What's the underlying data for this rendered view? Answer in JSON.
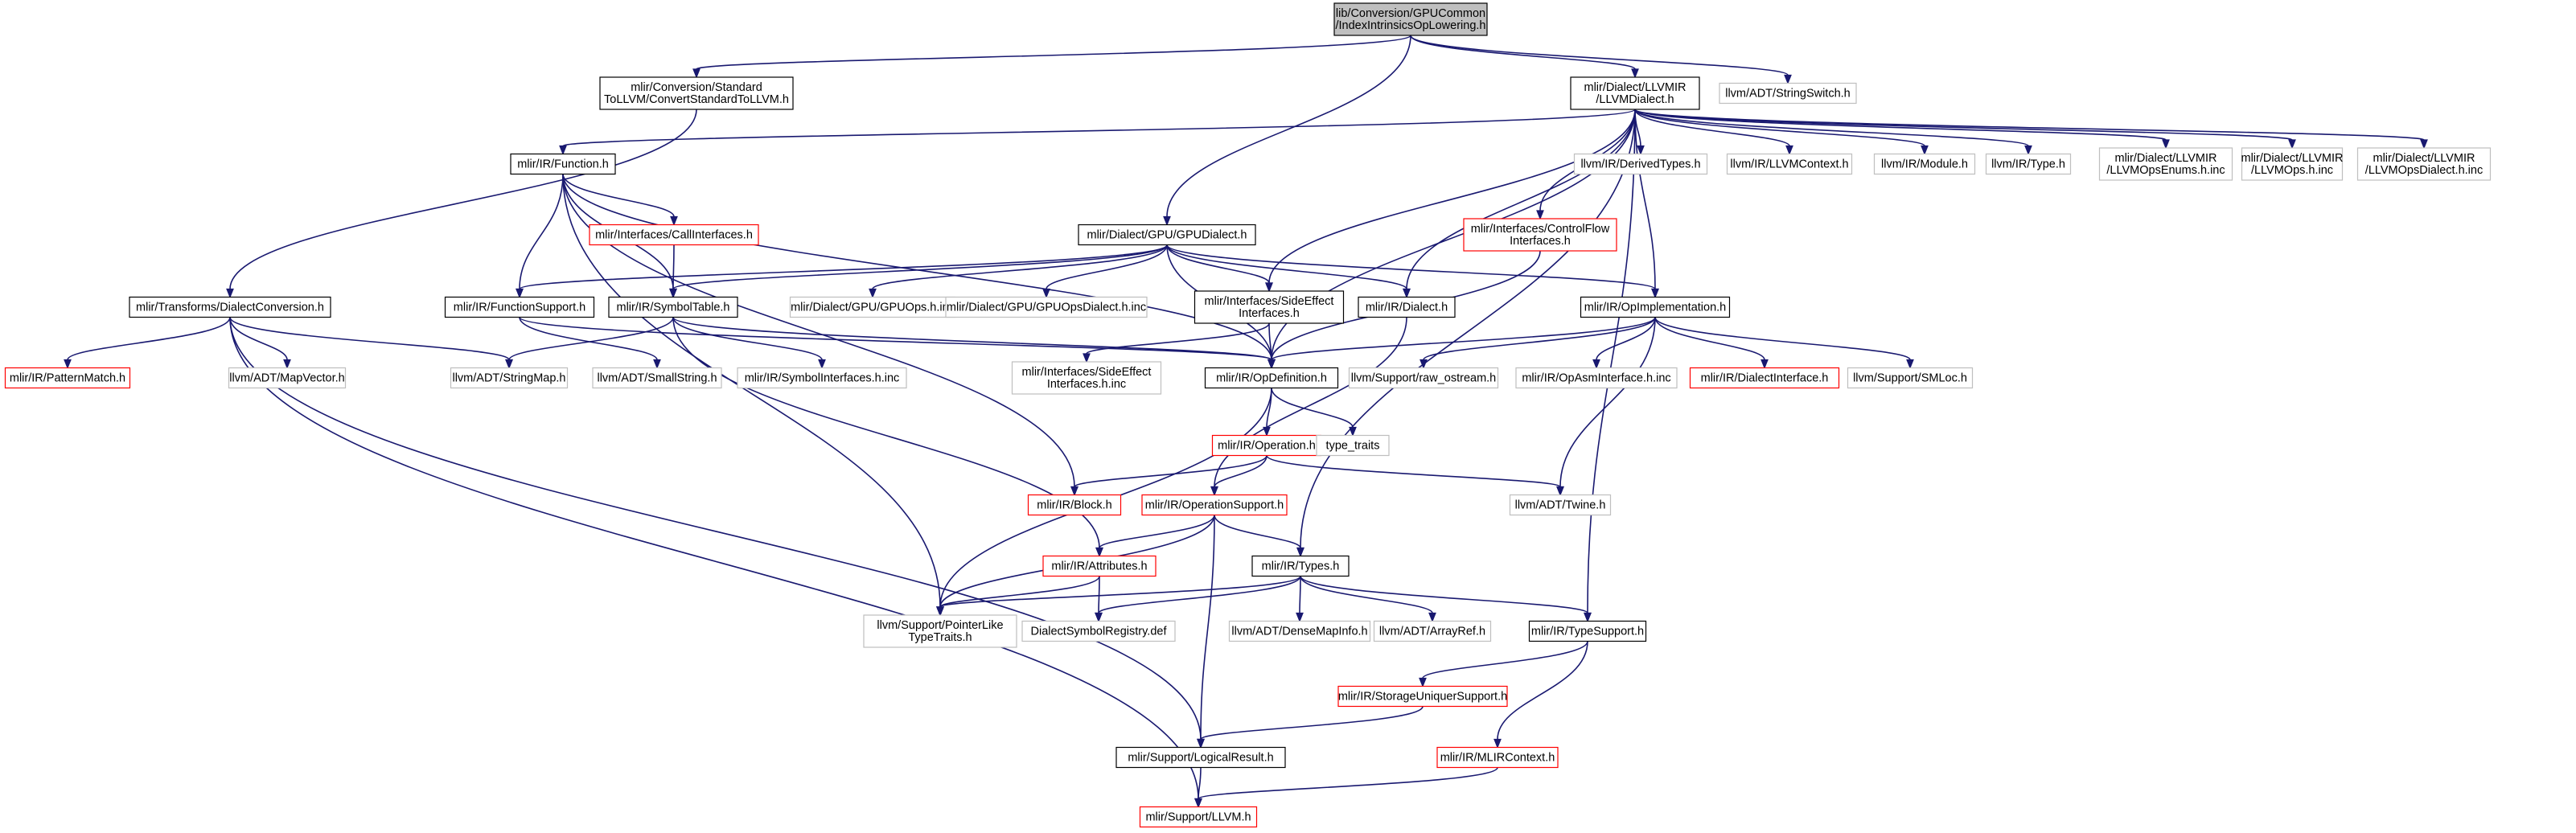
{
  "colors": {
    "root_fill": "#bfbfbf",
    "node_fill": "#ffffff",
    "documented": "#000000",
    "undocumented": "#bfbfbf",
    "truncated": "#ff0000",
    "edge": "#191970"
  },
  "nodes": [
    {
      "id": "root",
      "lines": [
        "lib/Conversion/GPUCommon",
        "/IndexIntrinsicsOpLowering.h"
      ],
      "style": "root"
    },
    {
      "id": "convstd",
      "lines": [
        "mlir/Conversion/Standard",
        "ToLLVM/ConvertStandardToLLVM.h"
      ],
      "style": "documented"
    },
    {
      "id": "llvmdialect",
      "lines": [
        "mlir/Dialect/LLVMIR",
        "/LLVMDialect.h"
      ],
      "style": "documented"
    },
    {
      "id": "stringswitch",
      "lines": [
        "llvm/ADT/StringSwitch.h"
      ],
      "style": "undocumented"
    },
    {
      "id": "function",
      "lines": [
        "mlir/IR/Function.h"
      ],
      "style": "documented"
    },
    {
      "id": "derivedtypes",
      "lines": [
        "llvm/IR/DerivedTypes.h"
      ],
      "style": "undocumented"
    },
    {
      "id": "llvmcontext",
      "lines": [
        "llvm/IR/LLVMContext.h"
      ],
      "style": "undocumented"
    },
    {
      "id": "module",
      "lines": [
        "llvm/IR/Module.h"
      ],
      "style": "undocumented"
    },
    {
      "id": "irtype",
      "lines": [
        "llvm/IR/Type.h"
      ],
      "style": "undocumented"
    },
    {
      "id": "opsenums",
      "lines": [
        "mlir/Dialect/LLVMIR",
        "/LLVMOpsEnums.h.inc"
      ],
      "style": "undocumented"
    },
    {
      "id": "llvmops",
      "lines": [
        "mlir/Dialect/LLVMIR",
        "/LLVMOps.h.inc"
      ],
      "style": "undocumented"
    },
    {
      "id": "opsdialect",
      "lines": [
        "mlir/Dialect/LLVMIR",
        "/LLVMOpsDialect.h.inc"
      ],
      "style": "undocumented"
    },
    {
      "id": "callinterfaces",
      "lines": [
        "mlir/Interfaces/CallInterfaces.h"
      ],
      "style": "truncated"
    },
    {
      "id": "gpudialect",
      "lines": [
        "mlir/Dialect/GPU/GPUDialect.h"
      ],
      "style": "documented"
    },
    {
      "id": "controlflow",
      "lines": [
        "mlir/Interfaces/ControlFlow",
        "Interfaces.h"
      ],
      "style": "truncated"
    },
    {
      "id": "dialectconv",
      "lines": [
        "mlir/Transforms/DialectConversion.h"
      ],
      "style": "documented"
    },
    {
      "id": "functionsupport",
      "lines": [
        "mlir/IR/FunctionSupport.h"
      ],
      "style": "documented"
    },
    {
      "id": "symboltable",
      "lines": [
        "mlir/IR/SymbolTable.h"
      ],
      "style": "documented"
    },
    {
      "id": "gpuops",
      "lines": [
        "mlir/Dialect/GPU/GPUOps.h.inc"
      ],
      "style": "undocumented"
    },
    {
      "id": "gpuopsdialect",
      "lines": [
        "mlir/Dialect/GPU/GPUOpsDialect.h.inc"
      ],
      "style": "undocumented"
    },
    {
      "id": "sideeffect",
      "lines": [
        "mlir/Interfaces/SideEffect",
        "Interfaces.h"
      ],
      "style": "documented"
    },
    {
      "id": "irdialect",
      "lines": [
        "mlir/IR/Dialect.h"
      ],
      "style": "documented"
    },
    {
      "id": "opimpl",
      "lines": [
        "mlir/IR/OpImplementation.h"
      ],
      "style": "documented"
    },
    {
      "id": "patternmatch",
      "lines": [
        "mlir/IR/PatternMatch.h"
      ],
      "style": "truncated"
    },
    {
      "id": "mapvector",
      "lines": [
        "llvm/ADT/MapVector.h"
      ],
      "style": "undocumented"
    },
    {
      "id": "stringmap",
      "lines": [
        "llvm/ADT/StringMap.h"
      ],
      "style": "undocumented"
    },
    {
      "id": "smallstring",
      "lines": [
        "llvm/ADT/SmallString.h"
      ],
      "style": "undocumented"
    },
    {
      "id": "symbolinterfaces",
      "lines": [
        "mlir/IR/SymbolInterfaces.h.inc"
      ],
      "style": "undocumented"
    },
    {
      "id": "sideeffectinc",
      "lines": [
        "mlir/Interfaces/SideEffect",
        "Interfaces.h.inc"
      ],
      "style": "undocumented"
    },
    {
      "id": "opdefinition",
      "lines": [
        "mlir/IR/OpDefinition.h"
      ],
      "style": "documented"
    },
    {
      "id": "rawostream",
      "lines": [
        "llvm/Support/raw_ostream.h"
      ],
      "style": "undocumented"
    },
    {
      "id": "opasminterface",
      "lines": [
        "mlir/IR/OpAsmInterface.h.inc"
      ],
      "style": "undocumented"
    },
    {
      "id": "dialectinterface",
      "lines": [
        "mlir/IR/DialectInterface.h"
      ],
      "style": "truncated"
    },
    {
      "id": "smloc",
      "lines": [
        "llvm/Support/SMLoc.h"
      ],
      "style": "undocumented"
    },
    {
      "id": "operation",
      "lines": [
        "mlir/IR/Operation.h"
      ],
      "style": "truncated"
    },
    {
      "id": "typetraits",
      "lines": [
        "type_traits"
      ],
      "style": "undocumented"
    },
    {
      "id": "block",
      "lines": [
        "mlir/IR/Block.h"
      ],
      "style": "truncated"
    },
    {
      "id": "opsupport",
      "lines": [
        "mlir/IR/OperationSupport.h"
      ],
      "style": "truncated"
    },
    {
      "id": "twine",
      "lines": [
        "llvm/ADT/Twine.h"
      ],
      "style": "undocumented"
    },
    {
      "id": "attributes",
      "lines": [
        "mlir/IR/Attributes.h"
      ],
      "style": "truncated"
    },
    {
      "id": "types",
      "lines": [
        "mlir/IR/Types.h"
      ],
      "style": "documented"
    },
    {
      "id": "pointerlike",
      "lines": [
        "llvm/Support/PointerLike",
        "TypeTraits.h"
      ],
      "style": "undocumented"
    },
    {
      "id": "dsregistry",
      "lines": [
        "DialectSymbolRegistry.def"
      ],
      "style": "undocumented"
    },
    {
      "id": "densemapinfo",
      "lines": [
        "llvm/ADT/DenseMapInfo.h"
      ],
      "style": "undocumented"
    },
    {
      "id": "arrayref",
      "lines": [
        "llvm/ADT/ArrayRef.h"
      ],
      "style": "undocumented"
    },
    {
      "id": "typesupport",
      "lines": [
        "mlir/IR/TypeSupport.h"
      ],
      "style": "documented"
    },
    {
      "id": "storageunique",
      "lines": [
        "mlir/IR/StorageUniquerSupport.h"
      ],
      "style": "truncated"
    },
    {
      "id": "logicalresult",
      "lines": [
        "mlir/Support/LogicalResult.h"
      ],
      "style": "documented"
    },
    {
      "id": "mlircontext",
      "lines": [
        "mlir/IR/MLIRContext.h"
      ],
      "style": "truncated"
    },
    {
      "id": "supportllvm",
      "lines": [
        "mlir/Support/LLVM.h"
      ],
      "style": "truncated"
    }
  ],
  "edges": [
    [
      "root",
      "convstd"
    ],
    [
      "root",
      "llvmdialect"
    ],
    [
      "root",
      "stringswitch"
    ],
    [
      "root",
      "gpudialect"
    ],
    [
      "convstd",
      "dialectconv"
    ],
    [
      "llvmdialect",
      "function"
    ],
    [
      "llvmdialect",
      "derivedtypes"
    ],
    [
      "llvmdialect",
      "llvmcontext"
    ],
    [
      "llvmdialect",
      "module"
    ],
    [
      "llvmdialect",
      "irtype"
    ],
    [
      "llvmdialect",
      "opsenums"
    ],
    [
      "llvmdialect",
      "llvmops"
    ],
    [
      "llvmdialect",
      "opsdialect"
    ],
    [
      "llvmdialect",
      "controlflow"
    ],
    [
      "llvmdialect",
      "sideeffect"
    ],
    [
      "llvmdialect",
      "irdialect"
    ],
    [
      "llvmdialect",
      "opimpl"
    ],
    [
      "llvmdialect",
      "opdefinition"
    ],
    [
      "llvmdialect",
      "types"
    ],
    [
      "llvmdialect",
      "typesupport"
    ],
    [
      "function",
      "callinterfaces"
    ],
    [
      "function",
      "functionsupport"
    ],
    [
      "function",
      "symboltable"
    ],
    [
      "function",
      "opdefinition"
    ],
    [
      "function",
      "block"
    ],
    [
      "function",
      "pointerlike"
    ],
    [
      "callinterfaces",
      "symboltable"
    ],
    [
      "gpudialect",
      "functionsupport"
    ],
    [
      "gpudialect",
      "symboltable"
    ],
    [
      "gpudialect",
      "gpuops"
    ],
    [
      "gpudialect",
      "gpuopsdialect"
    ],
    [
      "gpudialect",
      "sideeffect"
    ],
    [
      "gpudialect",
      "irdialect"
    ],
    [
      "gpudialect",
      "opimpl"
    ],
    [
      "gpudialect",
      "opdefinition"
    ],
    [
      "controlflow",
      "opdefinition"
    ],
    [
      "dialectconv",
      "patternmatch"
    ],
    [
      "dialectconv",
      "mapvector"
    ],
    [
      "dialectconv",
      "stringmap"
    ],
    [
      "dialectconv",
      "logicalresult"
    ],
    [
      "dialectconv",
      "supportllvm"
    ],
    [
      "functionsupport",
      "smallstring"
    ],
    [
      "functionsupport",
      "opdefinition"
    ],
    [
      "symboltable",
      "stringmap"
    ],
    [
      "symboltable",
      "symbolinterfaces"
    ],
    [
      "symboltable",
      "opdefinition"
    ],
    [
      "symboltable",
      "attributes"
    ],
    [
      "sideeffect",
      "sideeffectinc"
    ],
    [
      "sideeffect",
      "opdefinition"
    ],
    [
      "irdialect",
      "opsupport"
    ],
    [
      "opimpl",
      "opdefinition"
    ],
    [
      "opimpl",
      "rawostream"
    ],
    [
      "opimpl",
      "opasminterface"
    ],
    [
      "opimpl",
      "dialectinterface"
    ],
    [
      "opimpl",
      "smloc"
    ],
    [
      "opimpl",
      "twine"
    ],
    [
      "opdefinition",
      "operation"
    ],
    [
      "opdefinition",
      "typetraits"
    ],
    [
      "opdefinition",
      "pointerlike"
    ],
    [
      "operation",
      "block"
    ],
    [
      "operation",
      "opsupport"
    ],
    [
      "operation",
      "twine"
    ],
    [
      "opsupport",
      "attributes"
    ],
    [
      "opsupport",
      "types"
    ],
    [
      "opsupport",
      "pointerlike"
    ],
    [
      "opsupport",
      "logicalresult"
    ],
    [
      "attributes",
      "pointerlike"
    ],
    [
      "attributes",
      "dsregistry"
    ],
    [
      "types",
      "pointerlike"
    ],
    [
      "types",
      "dsregistry"
    ],
    [
      "types",
      "densemapinfo"
    ],
    [
      "types",
      "arrayref"
    ],
    [
      "types",
      "typesupport"
    ],
    [
      "typesupport",
      "storageunique"
    ],
    [
      "typesupport",
      "mlircontext"
    ],
    [
      "storageunique",
      "logicalresult"
    ],
    [
      "logicalresult",
      "supportllvm"
    ],
    [
      "mlircontext",
      "supportllvm"
    ]
  ]
}
